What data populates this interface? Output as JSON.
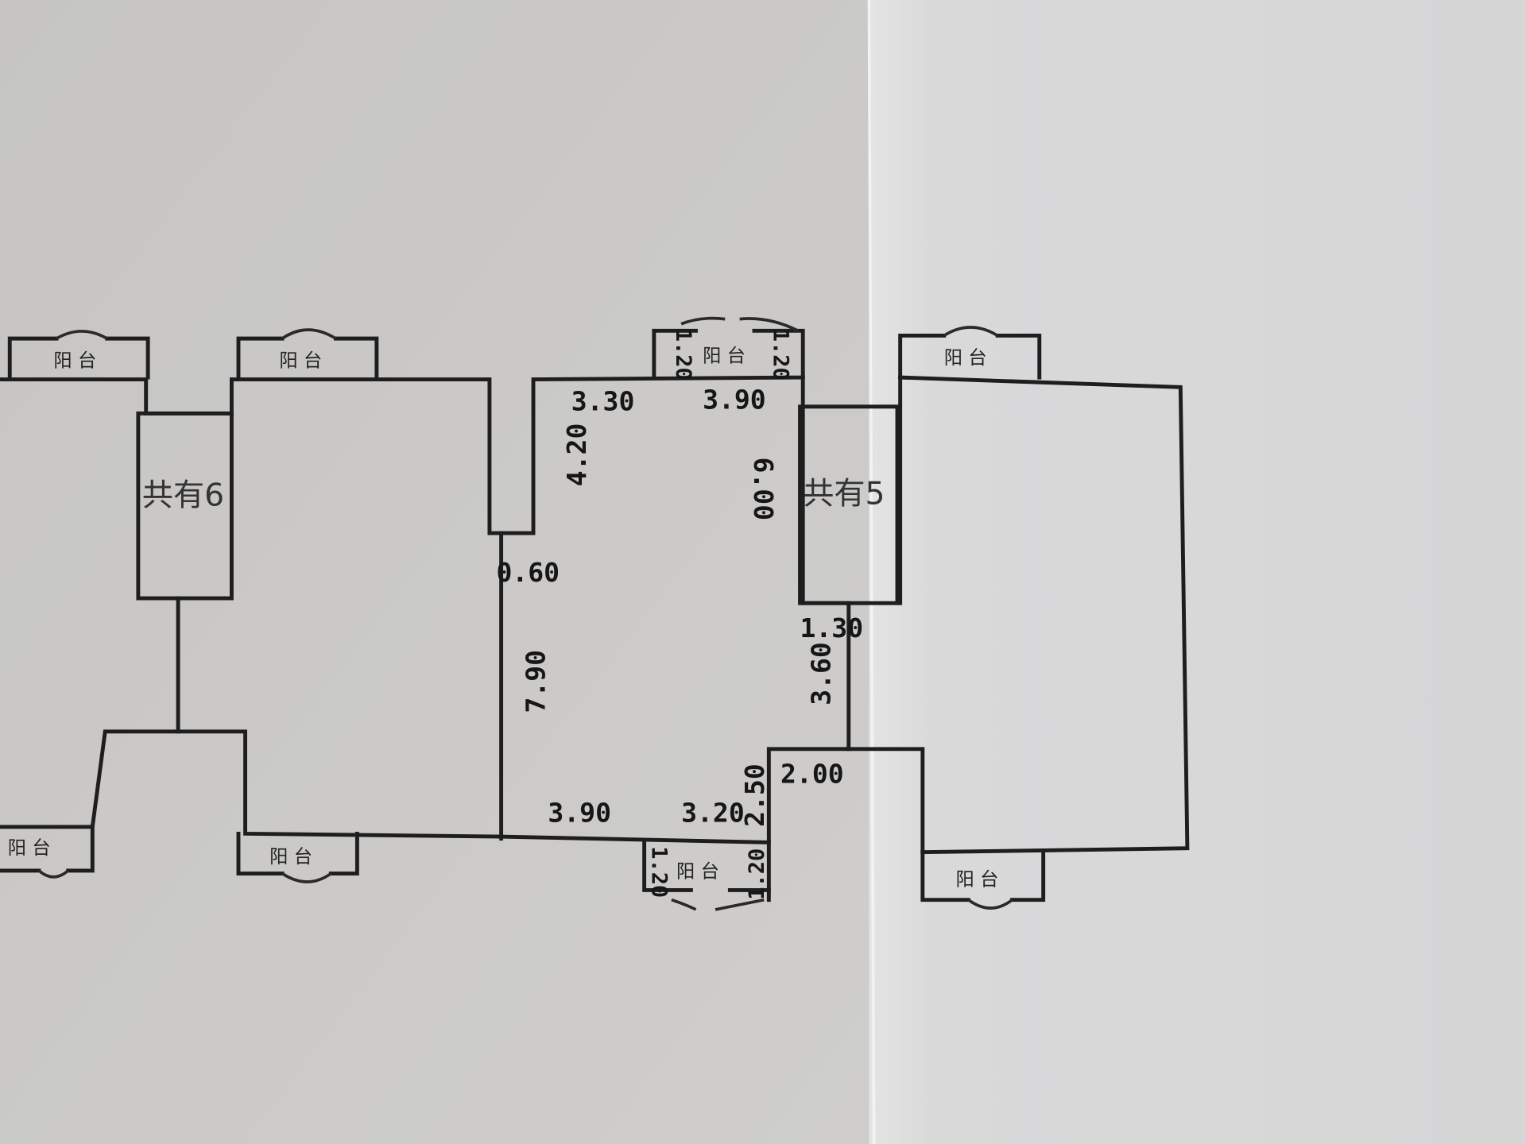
{
  "balcony_label": "阳 台",
  "common_areas": [
    "共有6",
    "共有5"
  ],
  "dimensions": {
    "top_left": "3.30",
    "top_right": "3.90",
    "left_upper": "4.20",
    "right_upper": "6.00",
    "step": "0.60",
    "left_lower": "7.90",
    "right_small": "1.30",
    "right_lower": "3.60",
    "notch_width": "2.00",
    "notch_height": "2.50",
    "bottom_left": "3.90",
    "bottom_right": "3.20",
    "balcony_top_left": "1.20",
    "balcony_top_right": "1.20",
    "balcony_bottom_left": "1.20",
    "balcony_bottom_right": "1.20"
  },
  "colors": {
    "paper_left": "#c8c7c5",
    "paper_right": "#dcdcdc",
    "ink": "#1e1e1e"
  }
}
